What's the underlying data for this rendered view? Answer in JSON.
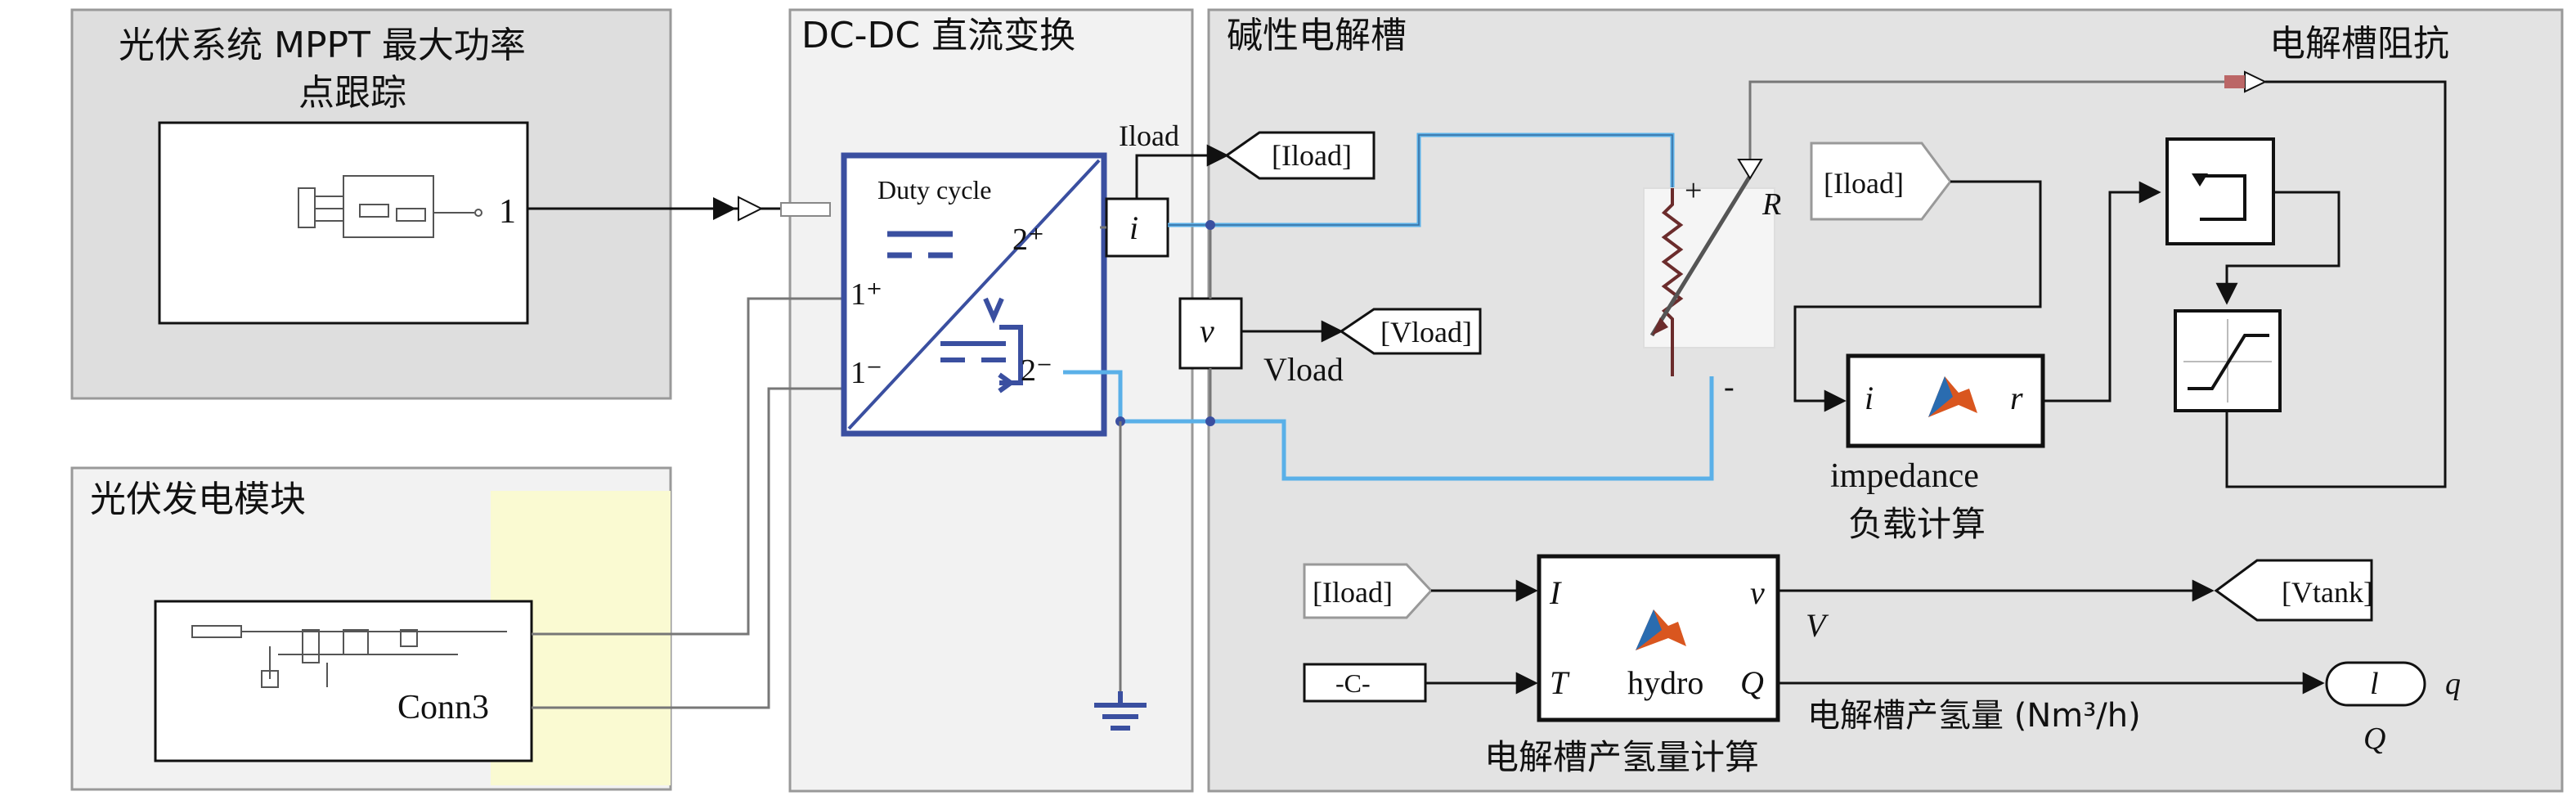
{
  "groups": {
    "mppt": "光伏系统 MPPT 最大功率",
    "mppt_line2": "点跟踪",
    "dcdc": "DC-DC 直流变换",
    "electrolyzer": "碱性电解槽",
    "impedance_area": "电解槽阻抗",
    "pv": "光伏发电模块"
  },
  "blocks": {
    "mppt_out_port": "1",
    "duty_cycle": "Duty cycle",
    "port_2plus": "2⁺",
    "port_2minus": "2⁻",
    "port_1plus": "1⁺",
    "port_1minus": "1⁻",
    "current_sensor": "i",
    "voltage_sensor": "v",
    "resistor_R": "R",
    "resistor_plus": "+",
    "resistor_minus": "-",
    "impedance_in": "i",
    "impedance_out": "r",
    "impedance_name": "impedance",
    "impedance_desc": "负载计算",
    "hydro_in_I": "I",
    "hydro_in_T": "T",
    "hydro_out_v": "v",
    "hydro_out_Q": "Q",
    "hydro_name": "hydro",
    "hydro_desc": "电解槽产氢量计算",
    "pv_port": "Conn3",
    "constant": "-C-"
  },
  "tags": {
    "iload_goto": "[Iload]",
    "vload_goto": "[Vload]",
    "iload_from1": "[Iload]",
    "iload_from2": "[Iload]",
    "vtank_goto": "[Vtank]",
    "iload_label": "Iload",
    "vload_label": "Vload",
    "V_label": "V",
    "q_label": "q",
    "Q_label": "Q",
    "out_port": "l",
    "hydrogen_label": "电解槽产氢量 (Nm³/h)"
  }
}
